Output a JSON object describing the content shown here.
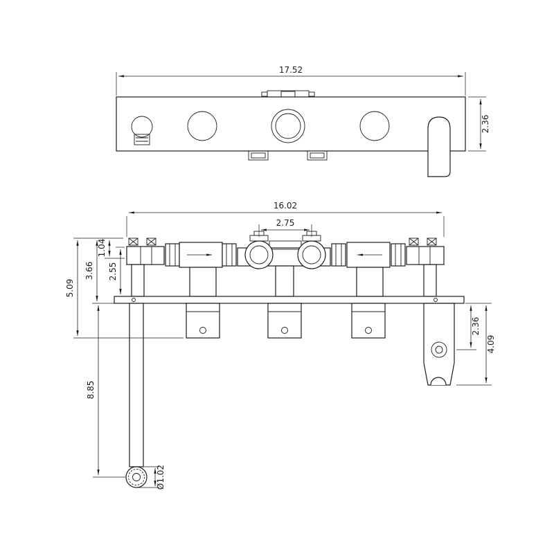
{
  "drawing": {
    "type": "technical-dimension-drawing",
    "line_color": "#1b1b1b",
    "background_color": "#ffffff",
    "views": {
      "top": {
        "name": "top-view",
        "dims": {
          "overall_width": "17.52",
          "depth": "2.36"
        }
      },
      "front": {
        "name": "front-view",
        "dims": {
          "overall_width": "16.02",
          "valve_center_spacing": "2.75",
          "top_to_valve_center": "1.04",
          "valve_body_to_plate": "2.55",
          "top_to_plate_bottom": "3.66",
          "top_to_outlet_bottom": "5.09",
          "plate_to_spout_outlet": "8.85",
          "plate_to_bracket_hole": "2.36",
          "plate_to_bracket_bottom": "4.09",
          "spout_diameter": "Ø1.02"
        }
      }
    }
  }
}
